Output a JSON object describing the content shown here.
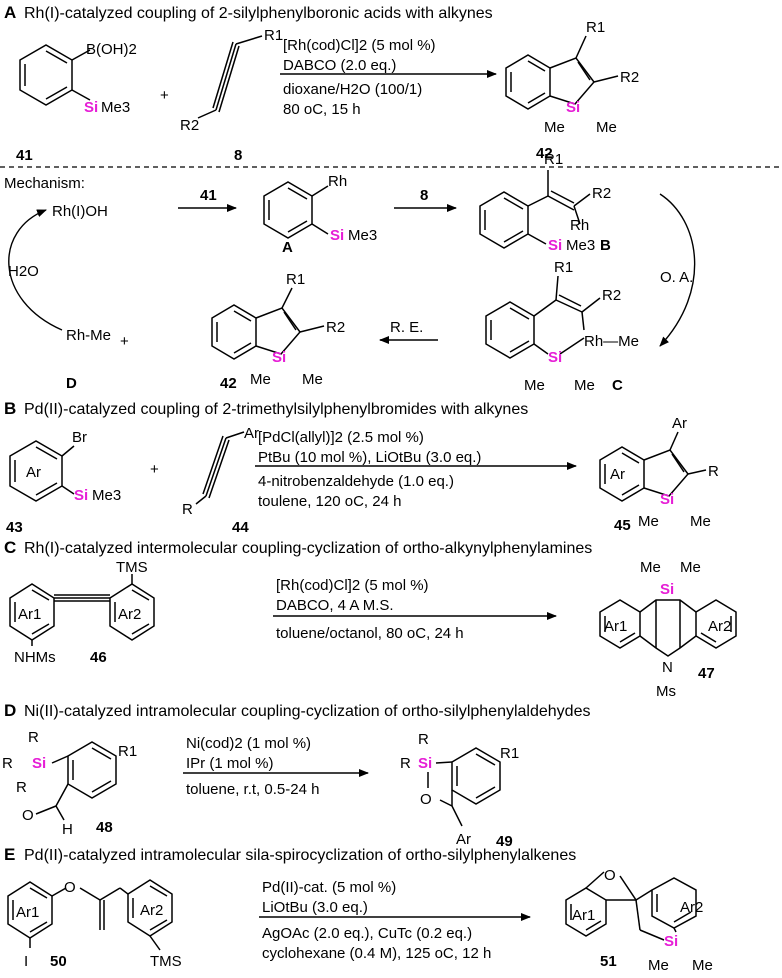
{
  "colors": {
    "silicon": "#e61ed6",
    "text": "#000000"
  },
  "sectionA": {
    "letter": "A",
    "title": "Rh(I)-catalyzed coupling of 2-silylphenylboronic acids with alkynes",
    "boron": "B(OH)2",
    "si": "Si",
    "me3": "Me3",
    "plus": "+",
    "r1": "R1",
    "r2": "R2",
    "reagents": [
      "[Rh(cod)Cl]2 (5 mol %)",
      "DABCO (2.0 eq.)",
      "dioxane/H2O (100/1)",
      "80 oC, 15 h"
    ],
    "c41": "41",
    "c8": "8",
    "c42": "42",
    "me": "Me"
  },
  "mechanism": {
    "title": "Mechanism:",
    "rhoh": "Rh(I)OH",
    "h2o": "H2O",
    "rhme": "Rh-Me",
    "plus": "+",
    "labelD": "D",
    "labelA": "A",
    "labelB": "B",
    "labelC": "C",
    "c41": "41",
    "c8": "8",
    "c42": "42",
    "rh": "Rh",
    "rhMe": "Rh—Me",
    "oa": "O. A.",
    "re": "R. E.",
    "r1": "R1",
    "r2": "R2",
    "me": "Me"
  },
  "sectionB": {
    "letter": "B",
    "title": "Pd(II)-catalyzed coupling of  2-trimethylsilylphenylbromides with alkynes",
    "br": "Br",
    "ar": "Ar",
    "r": "R",
    "plus": "+",
    "reagents": [
      "[PdCl(allyl)]2 (2.5 mol %)",
      "PtBu (10 mol %), LiOtBu (3.0 eq.)",
      "4-nitrobenzaldehyde (1.0 eq.)",
      "toulene, 120 oC, 24 h"
    ],
    "c43": "43",
    "c44": "44",
    "c45": "45"
  },
  "sectionC": {
    "letter": "C",
    "title": "Rh(I)-catalyzed intermolecular coupling-cyclization of  ortho-alkynylphenylamines",
    "tms": "TMS",
    "ar1": "Ar1",
    "ar2": "Ar2",
    "nhms": "NHMs",
    "n": "N",
    "ms": "Ms",
    "reagents": [
      "[Rh(cod)Cl]2 (5 mol %)",
      "DABCO, 4 A M.S.",
      "toluene/octanol, 80 oC, 24 h"
    ],
    "c46": "46",
    "c47": "47"
  },
  "sectionD": {
    "letter": "D",
    "title": "Ni(II)-catalyzed intramolecular coupling-cyclization of  ortho-silylphenylaldehydes",
    "r": "R",
    "r1": "R1",
    "o": "O",
    "hh": "H",
    "ar": "Ar",
    "reagents": [
      "Ni(cod)2 (1 mol %)",
      "IPr (1 mol %)",
      "toluene, r.t, 0.5-24 h"
    ],
    "c48": "48",
    "c49": "49"
  },
  "sectionE": {
    "letter": "E",
    "title": "Pd(II)-catalyzed intramolecular sila-spirocyclization of ortho-silylphenylalkenes",
    "ar1": "Ar1",
    "ar2": "Ar2",
    "i": "I",
    "o": "O",
    "tms": "TMS",
    "reagents": [
      "Pd(II)-cat. (5 mol %)",
      "LiOtBu (3.0 eq.)",
      "AgOAc (2.0 eq.), CuTc (0.2 eq.)",
      "cyclohexane (0.4 M), 125 oC, 12 h"
    ],
    "c50": "50",
    "c51": "51"
  }
}
